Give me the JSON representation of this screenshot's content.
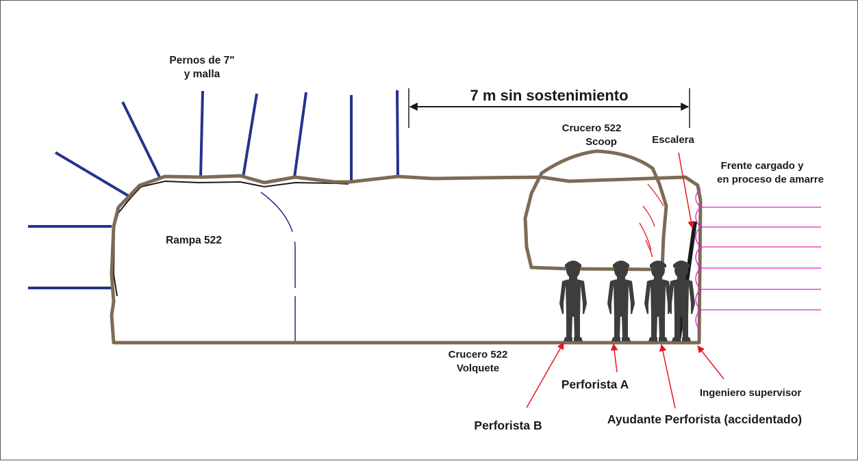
{
  "colors": {
    "tunnel_outline": "#7d6b55",
    "bolts": "#27328e",
    "mesh_lines": "#1a1a1a",
    "charged_face_lines": "#e020c8",
    "arrows": "#e8141e",
    "workers": "#3d3d3d",
    "text": "#1a1a1a"
  },
  "labels": {
    "bolts": [
      "Pernos de 7\"",
      "y malla"
    ],
    "unsupported": "7 m sin sostenimiento",
    "crucero_scoop": [
      "Crucero 522",
      "Scoop"
    ],
    "escalera": "Escalera",
    "frente": [
      "Frente cargado y",
      "en proceso de amarre"
    ],
    "rampa": "Rampa 522",
    "crucero_volquete": [
      "Crucero 522",
      "Volquete"
    ],
    "perforista_a": "Perforista A",
    "perforista_b": "Perforista B",
    "ayudante": "Ayudante Perforista (accidentado)",
    "ingeniero": "Ingeniero supervisor"
  },
  "icons": {
    "unsupported_span": "double-headed-arrow-icon",
    "pointer": "red-arrow-icon",
    "person": "worker-silhouette-icon"
  }
}
